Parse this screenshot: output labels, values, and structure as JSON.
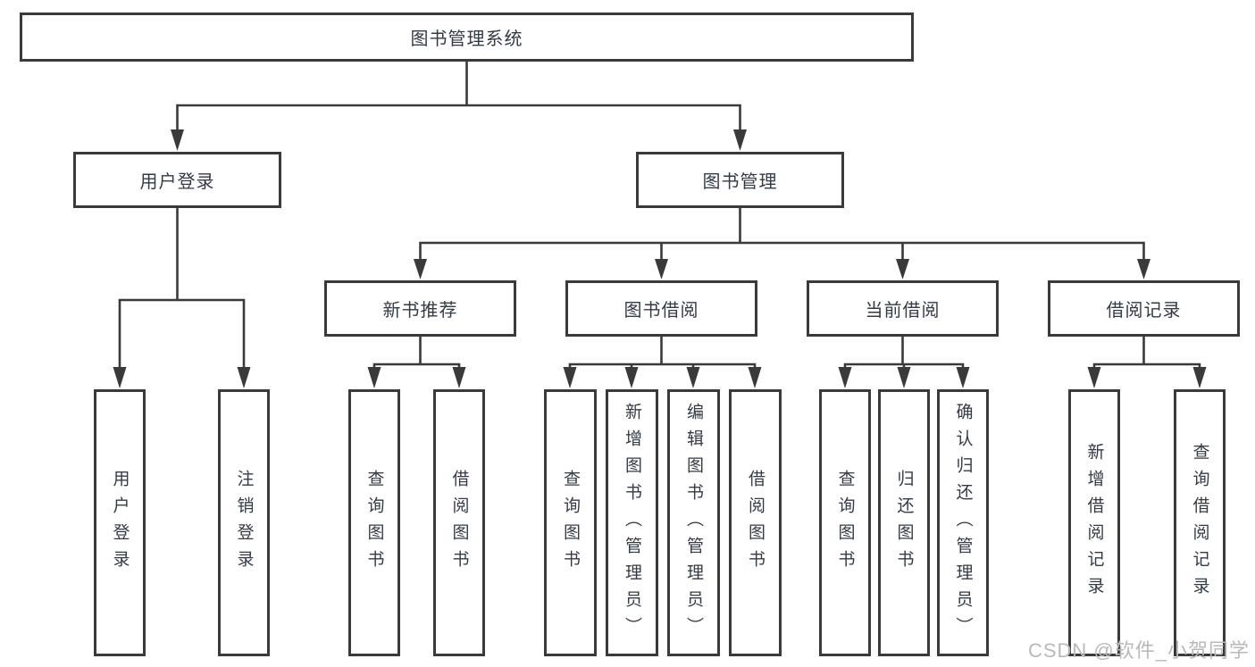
{
  "diagram": {
    "nodes": {
      "root": "图书管理系统",
      "user_login": "用户登录",
      "book_mgmt": "图书管理",
      "new_book_recommend": "新书推荐",
      "book_borrowing": "图书借阅",
      "current_borrowing": "当前借阅",
      "borrowing_records": "借阅记录",
      "leaf_user_login": "用户登录",
      "leaf_logout": "注销登录",
      "leaf_nb_query": "查询图书",
      "leaf_nb_borrow": "借阅图书",
      "leaf_bb_query": "查询图书",
      "leaf_bb_add": "新增图书（管理员）",
      "leaf_bb_edit": "编辑图书（管理员）",
      "leaf_bb_borrow": "借阅图书",
      "leaf_cb_query": "查询图书",
      "leaf_cb_return": "归还图书",
      "leaf_cb_confirm": "确认归还（管理员）",
      "leaf_br_add": "新增借阅记录",
      "leaf_br_query": "查询借阅记录"
    }
  },
  "watermark": {
    "text": "CSDN @软件_小贺同学"
  },
  "colors": {
    "line": "#3a3a3a",
    "text": "#333b46",
    "watermark": "#b9b9b9",
    "background": "#ffffff"
  }
}
